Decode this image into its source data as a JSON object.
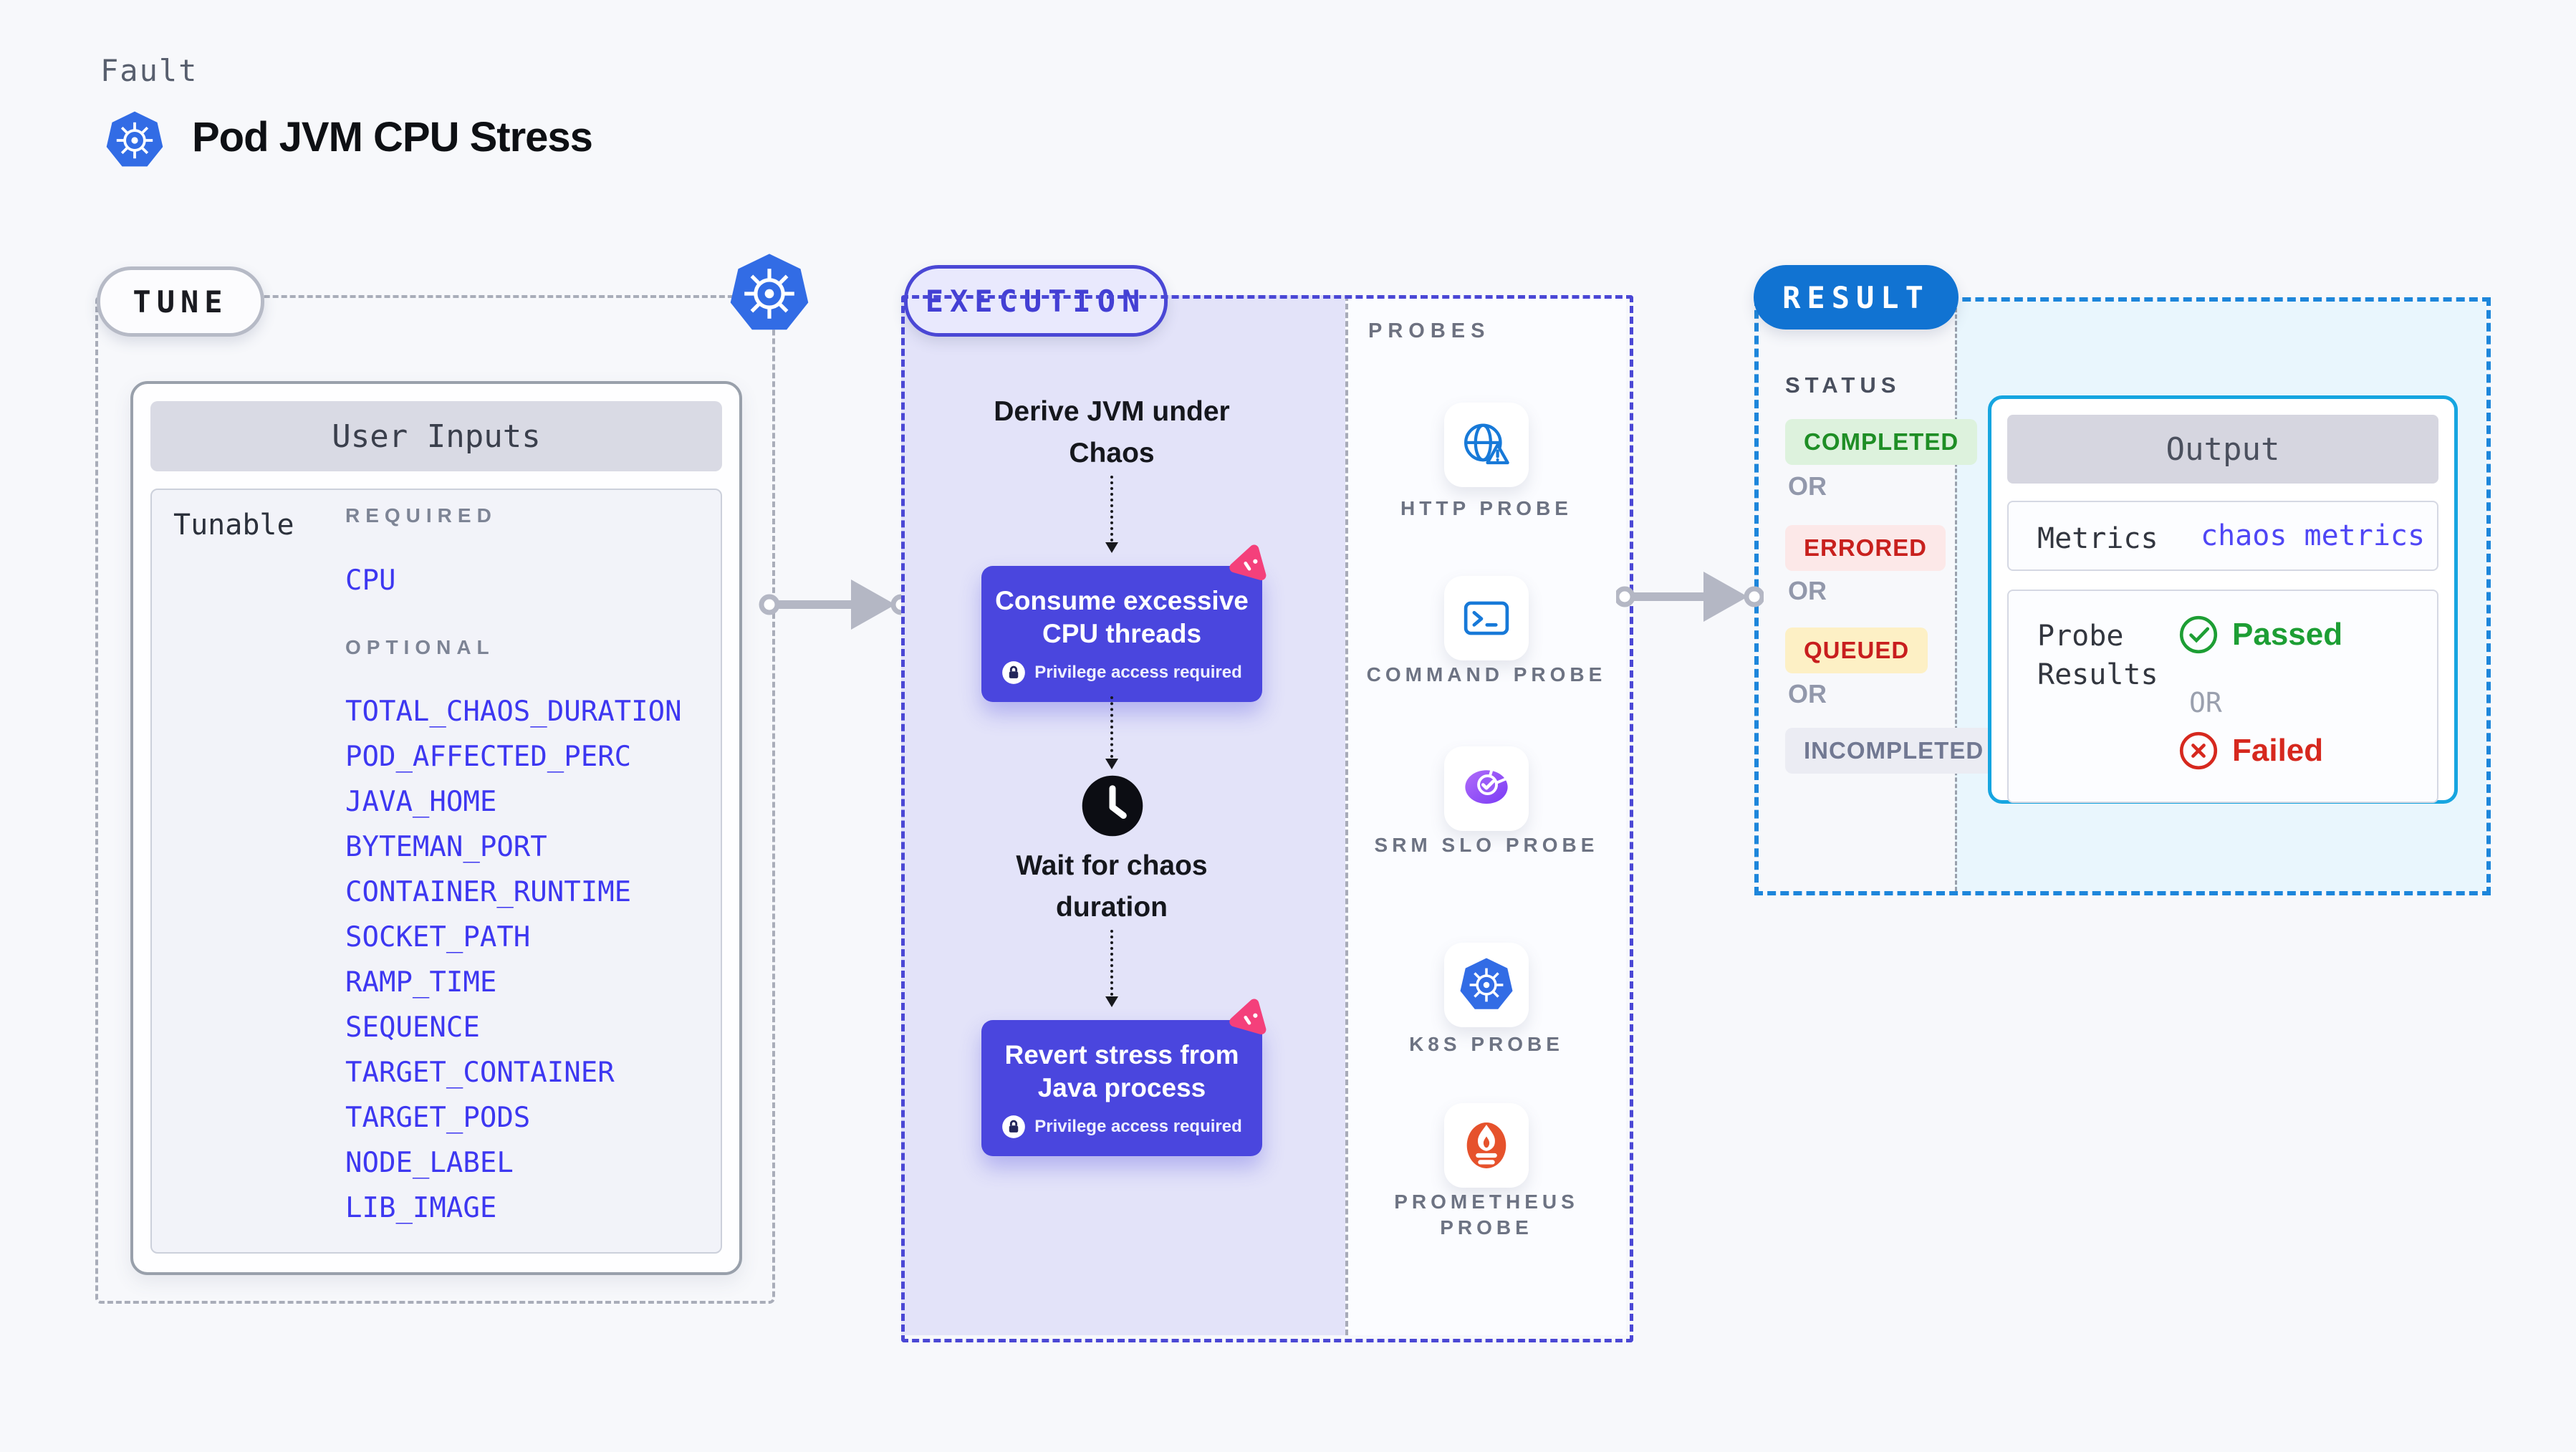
{
  "header": {
    "category": "Fault",
    "title": "Pod JVM CPU Stress"
  },
  "tune": {
    "badge": "TUNE",
    "card_title": "User Inputs",
    "row_label": "Tunable",
    "required_label": "REQUIRED",
    "required_items": [
      "CPU"
    ],
    "optional_label": "OPTIONAL",
    "optional_items": [
      "TOTAL_CHAOS_DURATION",
      "POD_AFFECTED_PERC",
      "JAVA_HOME",
      "BYTEMAN_PORT",
      "CONTAINER_RUNTIME",
      "SOCKET_PATH",
      "RAMP_TIME",
      "SEQUENCE",
      "TARGET_CONTAINER",
      "TARGET_PODS",
      "NODE_LABEL",
      "LIB_IMAGE"
    ]
  },
  "execution": {
    "badge": "EXECUTION",
    "step_derive": "Derive JVM under Chaos",
    "step_consume": "Consume excessive CPU threads",
    "step_wait": "Wait for chaos duration",
    "step_revert": "Revert stress from Java process",
    "privilege_note": "Privilege access required"
  },
  "probes": {
    "heading": "PROBES",
    "items": [
      {
        "label": "HTTP PROBE",
        "icon": "http-globe-alert-icon"
      },
      {
        "label": "COMMAND PROBE",
        "icon": "terminal-icon"
      },
      {
        "label": "SRM SLO PROBE",
        "icon": "slo-gauge-check-icon"
      },
      {
        "label": "K8S PROBE",
        "icon": "kubernetes-icon"
      },
      {
        "label": "PROMETHEUS PROBE",
        "icon": "prometheus-flame-icon"
      }
    ]
  },
  "result": {
    "badge": "RESULT",
    "status_label": "STATUS",
    "or_label": "OR",
    "statuses": [
      {
        "text": "COMPLETED",
        "bg": "#ddf2dd",
        "color": "#1e8e25"
      },
      {
        "text": "ERRORED",
        "bg": "#fce8e8",
        "color": "#c8201d"
      },
      {
        "text": "QUEUED",
        "bg": "#fdf0c5",
        "color": "#c81e1e"
      },
      {
        "text": "INCOMPLETED",
        "bg": "#ebecf3",
        "color": "#717892"
      }
    ],
    "output": {
      "title": "Output",
      "metrics_label": "Metrics",
      "metrics_value": "chaos metrics",
      "probe_results_label": "Probe Results",
      "passed": "Passed",
      "or": "OR",
      "failed": "Failed"
    }
  },
  "colors": {
    "page_bg": "#f7f8fb",
    "kubernetes_blue": "#326ce5",
    "execution_accent": "#4a47d5",
    "execution_panel_bg": "#e3e3f9",
    "flow_box_bg": "#4a46de",
    "chaos_pink": "#f4407b",
    "tunable_link": "#3d37f1",
    "probe_icon_blue": "#1779d8",
    "srm_purple": "#8b46f3",
    "prometheus_orange": "#e6522c",
    "result_pill_bg": "#1173d2",
    "result_border": "#1d86db",
    "result_panel_bg": "#e9f6fd",
    "output_border": "#16a5e0",
    "passed_green": "#1d9e34",
    "failed_red": "#d6281e",
    "arrow_grey": "#b4b7c4"
  }
}
